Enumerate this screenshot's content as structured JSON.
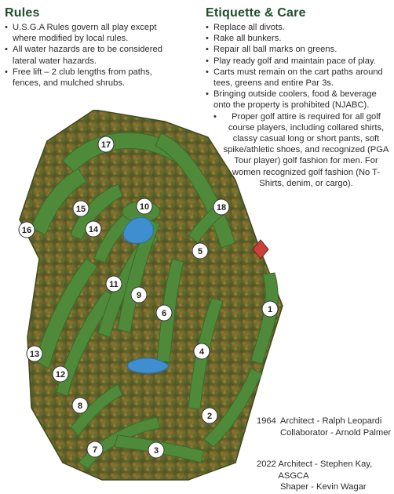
{
  "rules": {
    "title": "Rules",
    "items": [
      "U.S.G.A Rules govern all play except where modified by local rules.",
      "All water hazards are to be considered lateral water hazards.",
      "Free lift – 2 club lengths from paths, fences, and mulched shrubs."
    ]
  },
  "etiquette": {
    "title": "Etiquette & Care",
    "items": [
      "Replace all divots.",
      "Rake all bunkers.",
      "Repair all ball marks on greens.",
      "Play ready golf and maintain pace of play.",
      "Carts must remain on the cart paths around tees, greens and entire Par 3s.",
      "Bringing outside coolers, food & beverage onto the property is prohibited (NJABC).",
      "Proper golf attire is required for all golf course players, including collared shirts, classy casual long or short pants, soft spike/athletic shoes, and recognized (PGA Tour player) golf fashion for men. For women recognized golf fashion (No T-Shirts, denim, or cargo)."
    ]
  },
  "holes": [
    "1",
    "2",
    "3",
    "4",
    "5",
    "6",
    "7",
    "8",
    "9",
    "10",
    "11",
    "12",
    "13",
    "14",
    "15",
    "16",
    "17",
    "18"
  ],
  "credits": [
    {
      "year": "1964",
      "line1": "Architect - Ralph Leopardi",
      "line2": "Collaborator - Arnold Palmer"
    },
    {
      "year": "2022",
      "line1": "Architect - Stephen Kay, ASGCA",
      "line2": "Shaper - Kevin Wagar"
    }
  ],
  "colors": {
    "heading": "#1f4e2a",
    "fairway": "#4f8a3a",
    "rough": "#7a6a38",
    "water": "#3f8fd0",
    "clubhouse": "#c9413a"
  }
}
